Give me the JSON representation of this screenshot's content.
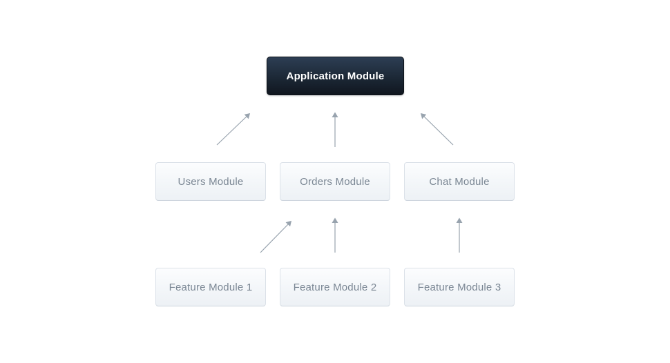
{
  "diagram": {
    "nodes": {
      "app": {
        "label": "Application Module",
        "variant": "dark"
      },
      "users": {
        "label": "Users Module",
        "variant": "light"
      },
      "orders": {
        "label": "Orders Module",
        "variant": "light"
      },
      "chat": {
        "label": "Chat Module",
        "variant": "light"
      },
      "feature1": {
        "label": "Feature Module 1",
        "variant": "light"
      },
      "feature2": {
        "label": "Feature Module 2",
        "variant": "light"
      },
      "feature3": {
        "label": "Feature Module 3",
        "variant": "light"
      }
    },
    "edges": [
      {
        "from": "users",
        "to": "app"
      },
      {
        "from": "orders",
        "to": "app"
      },
      {
        "from": "chat",
        "to": "app"
      },
      {
        "from": "feature1",
        "to": "orders"
      },
      {
        "from": "feature2",
        "to": "orders"
      },
      {
        "from": "feature3",
        "to": "chat"
      }
    ],
    "colors": {
      "background": "#ffffff",
      "arrow": "#98a3ae",
      "dark_node_top": "#2d3e54",
      "dark_node_bottom": "#10161f",
      "dark_node_text": "#ffffff",
      "light_node_top": "#fcfdfe",
      "light_node_bottom": "#edf1f5",
      "light_node_border": "#dbe1e8",
      "light_node_text": "#7b8794"
    }
  }
}
